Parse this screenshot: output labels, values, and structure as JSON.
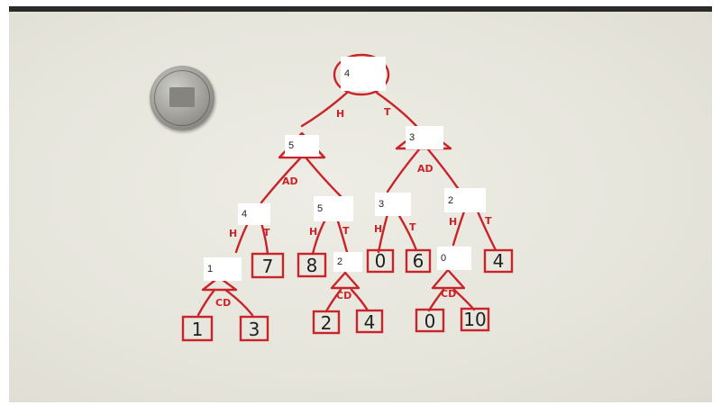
{
  "overlay_values": {
    "root": "4",
    "left": "5",
    "right": "3",
    "left_left": "4",
    "left_right": "5",
    "right_left": "3",
    "right_right": "2",
    "lll": "1",
    "lrr": "2",
    "rrl": "0"
  },
  "edge_labels": {
    "root_left": "H",
    "root_right": "T",
    "left_split": "AD",
    "right_split": "AD",
    "ll_h": "H",
    "ll_t": "T",
    "lr_h": "H",
    "lr_t": "T",
    "rl_h": "H",
    "rl_t": "T",
    "rr_h": "H",
    "rr_t": "T",
    "lll_split": "CD",
    "lrr_split": "CD",
    "rrl_split": "CD"
  },
  "leaves": {
    "ll_t": "7",
    "lr_h": "8",
    "rl_h": "0",
    "rl_t": "6",
    "rr_t": "4",
    "lll_c": "1",
    "lll_d": "3",
    "lrr_c": "2",
    "lrr_d": "4",
    "rrl_c": "0",
    "rrl_d": "10"
  },
  "colors": {
    "ink": "#c8242a",
    "paper": "#e6e5dc"
  }
}
